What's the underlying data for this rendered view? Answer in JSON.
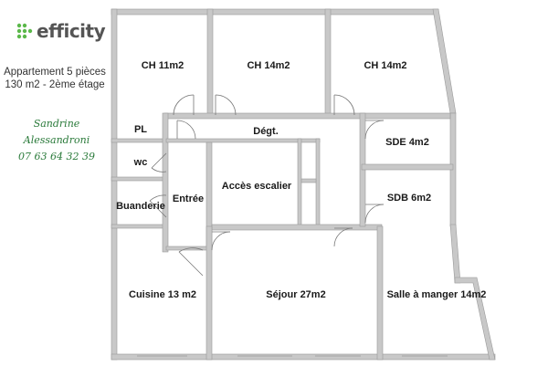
{
  "brand": {
    "name": "efficity",
    "logo_icon": "green-dots-icon",
    "logo_color": "#5bb84a",
    "text_color": "#555555"
  },
  "apartment": {
    "line1": "Appartement 5 pièces",
    "line2": "130 m2 - 2ème étage"
  },
  "agent": {
    "name": "Sandrine Alessandroni",
    "phone": "07 63 64 32 39",
    "color": "#2a7a3a"
  },
  "rooms": {
    "ch1": "CH 11m2",
    "ch2": "CH 14m2",
    "ch3": "CH 14m2",
    "pl": "PL",
    "degt": "Dégt.",
    "sde": "SDE 4m2",
    "wc": "wc",
    "acces": "Accès escalier",
    "entree": "Entrée",
    "buanderie": "Buanderie",
    "sdb": "SDB 6m2",
    "cuisine": "Cuisine 13 m2",
    "sejour": "Séjour 27m2",
    "salle": "Salle à manger 14m2"
  },
  "colors": {
    "wall": "#c8c8c8",
    "wall_edge": "#9a9a9a",
    "door": "#777777"
  }
}
